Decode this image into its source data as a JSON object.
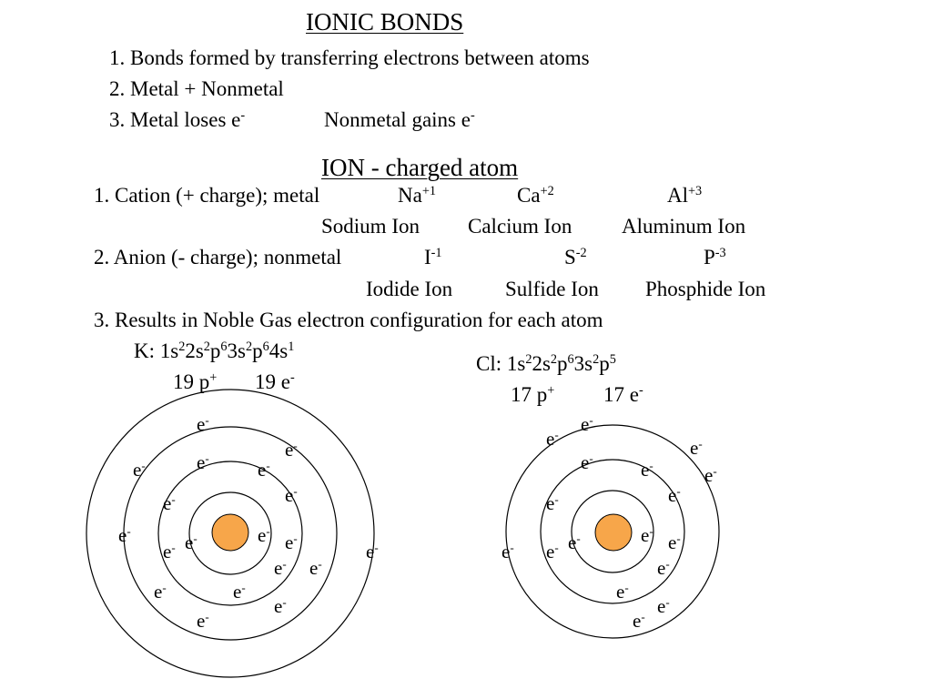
{
  "title": "IONIC BONDS",
  "points": [
    "1.  Bonds formed by transferring electrons between atoms",
    "2.  Metal + Nonmetal"
  ],
  "point3": {
    "a": "3.  Metal loses e",
    "a_sup": "-",
    "b": "Nonmetal gains e",
    "b_sup": "-"
  },
  "subtitle": "ION - charged atom",
  "cation": {
    "label": "1.  Cation (+ charge); metal",
    "ions": [
      {
        "sym": "Na",
        "charge": "+1",
        "name": "Sodium Ion"
      },
      {
        "sym": "Ca",
        "charge": "+2",
        "name": "Calcium Ion"
      },
      {
        "sym": "Al",
        "charge": "+3",
        "name": "Aluminum Ion"
      }
    ]
  },
  "anion": {
    "label": "2.  Anion (- charge); nonmetal",
    "ions": [
      {
        "sym": "I",
        "charge": "-1",
        "name": "Iodide Ion"
      },
      {
        "sym": "S",
        "charge": "-2",
        "name": "Sulfide Ion"
      },
      {
        "sym": "P",
        "charge": "-3",
        "name": "Phosphide Ion"
      }
    ]
  },
  "point_noble": "3.  Results in Noble Gas electron configuration for each atom",
  "potassium": {
    "config_prefix": "K: ",
    "config": [
      [
        "1s",
        "2"
      ],
      [
        "2s",
        "2"
      ],
      [
        "p",
        "6"
      ],
      [
        "3s",
        "2"
      ],
      [
        "p",
        "6"
      ],
      [
        "4s",
        "1"
      ]
    ],
    "protons": "19 p",
    "protons_sup": "+",
    "electrons": "19 e",
    "electrons_sup": "-"
  },
  "chlorine": {
    "config_prefix": "Cl: ",
    "config": [
      [
        "1s",
        "2"
      ],
      [
        "2s",
        "2"
      ],
      [
        "p",
        "6"
      ],
      [
        "3s",
        "2"
      ],
      [
        "p",
        "5"
      ]
    ],
    "protons": "17 p",
    "protons_sup": "+",
    "electrons": "17 e",
    "electrons_sup": "-"
  },
  "electron": {
    "symbol": "e",
    "charge": "-"
  },
  "nucleus_color": "#f7a64a"
}
